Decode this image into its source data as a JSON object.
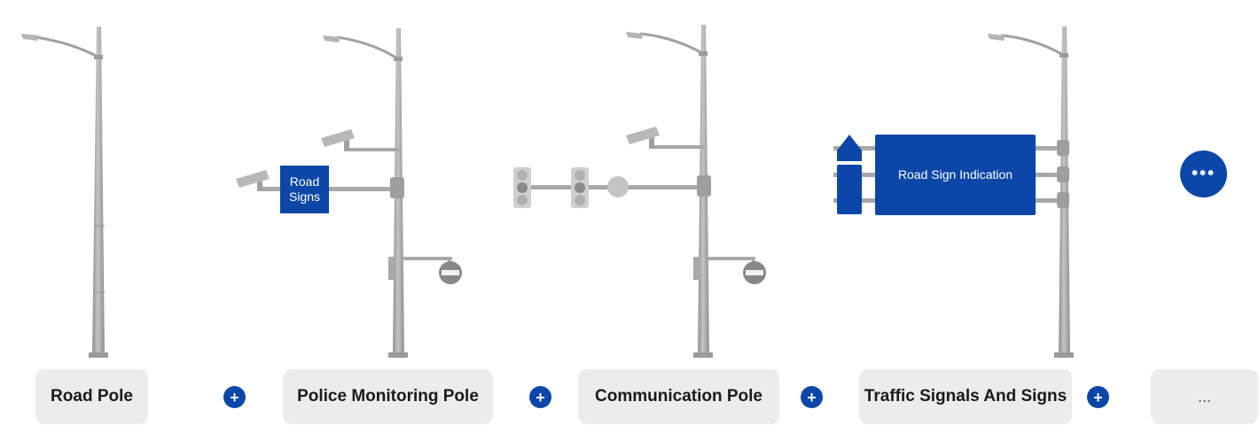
{
  "poles": [
    {
      "label": "Road Pole"
    },
    {
      "label": "Police Monitoring Pole",
      "sign_line1": "Road",
      "sign_line2": "Signs"
    },
    {
      "label": "Communication Pole"
    },
    {
      "label": "Traffic Signals And Signs",
      "sign_text": "Road Sign Indication"
    },
    {
      "label": "..."
    }
  ],
  "plus_symbol": "+",
  "more_symbol": "•••",
  "colors": {
    "accent": "#0c47a8",
    "pole": "#a8a8a8",
    "chip": "#ececec"
  }
}
